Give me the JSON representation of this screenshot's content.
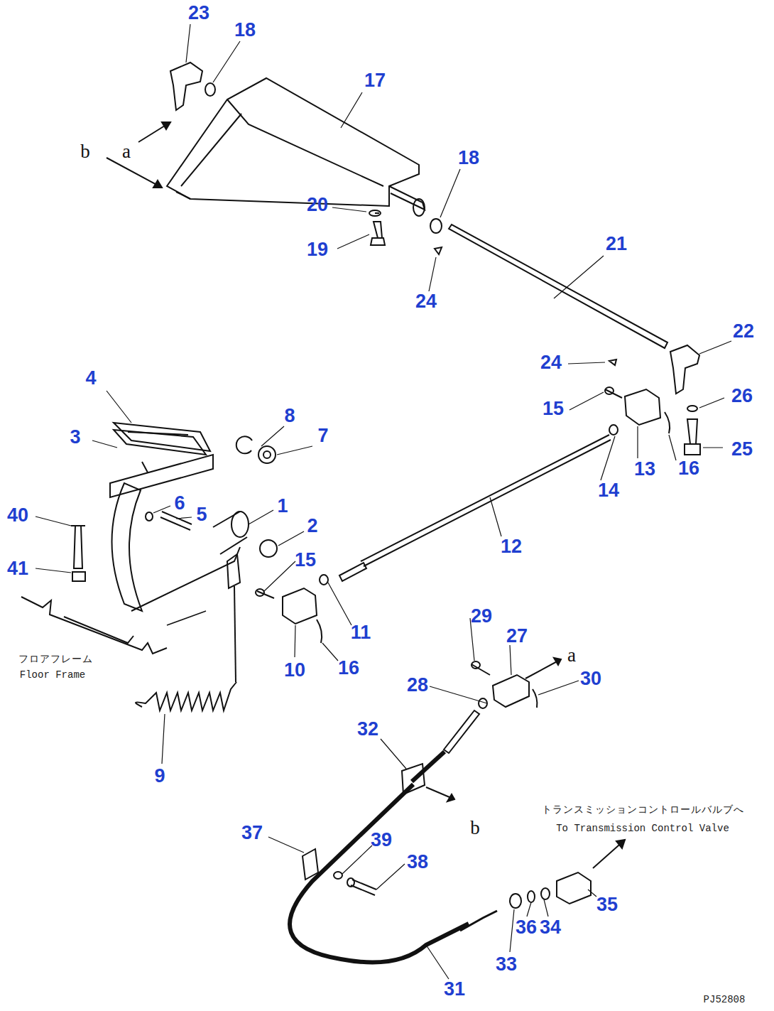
{
  "diagram": {
    "labels": [
      "23",
      "18",
      "17",
      "b",
      "a",
      "18",
      "20",
      "21",
      "19",
      "24",
      "22",
      "24",
      "4",
      "8",
      "15",
      "26",
      "3",
      "7",
      "25",
      "16",
      "13",
      "40",
      "6",
      "5",
      "1",
      "2",
      "14",
      "41",
      "15",
      "12",
      "29",
      "27",
      "a",
      "30",
      "11",
      "16",
      "10",
      "28",
      "9",
      "32",
      "37",
      "39",
      "38",
      "b",
      "35",
      "34",
      "36",
      "33",
      "31",
      "フロアフレーム",
      "Floor Frame",
      "トランスミッションコントロールバルブへ",
      "To Transmission Control Valve",
      "PJ52808"
    ]
  }
}
